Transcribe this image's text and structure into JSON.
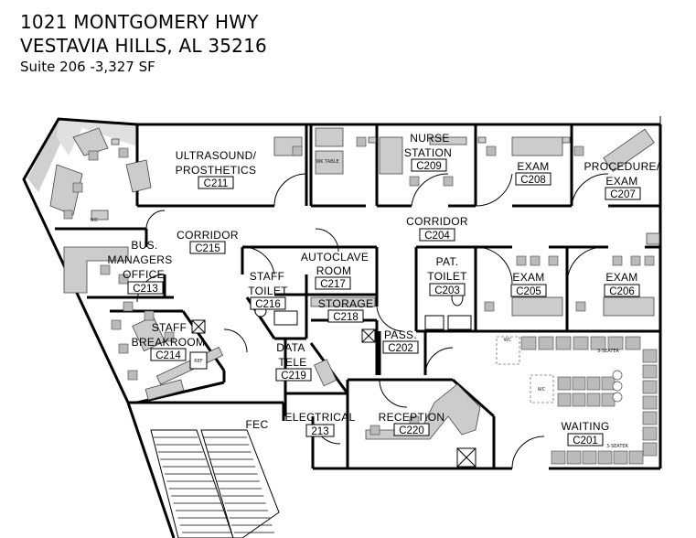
{
  "header": {
    "address_line1": "1021 MONTGOMERY HWY",
    "address_line2": "VESTAVIA HILLS, AL 35216",
    "suite": "Suite 206 -3,327 SF"
  },
  "rooms": {
    "ultrasound": {
      "name1": "ULTRASOUND/",
      "name2": "PROSTHETICS",
      "code": "C211"
    },
    "nurse": {
      "name1": "NURSE",
      "name2": "STATION",
      "code": "C209"
    },
    "exam208": {
      "name": "EXAM",
      "code": "C208"
    },
    "procedure": {
      "name1": "PROCEDURE/",
      "name2": "EXAM",
      "code": "C207"
    },
    "corridor215": {
      "name": "CORRIDOR",
      "code": "C215"
    },
    "corridor204": {
      "name": "CORRIDOR",
      "code": "C204"
    },
    "bus": {
      "name1": "BUS.",
      "name2": "MANAGERS",
      "name3": "OFFICE",
      "code": "C213"
    },
    "autoclave": {
      "name1": "AUTOCLAVE",
      "name2": "ROOM",
      "code": "C217"
    },
    "pat_toilet": {
      "name1": "PAT.",
      "name2": "TOILET",
      "code": "C203"
    },
    "exam205": {
      "name": "EXAM",
      "code": "C205"
    },
    "exam206": {
      "name": "EXAM",
      "code": "C206"
    },
    "staff_toilet": {
      "name1": "STAFF",
      "name2": "TOILET",
      "code": "C216"
    },
    "storage": {
      "name": "STORAGE",
      "code": "C218"
    },
    "breakroom": {
      "name1": "STAFF",
      "name2": "BREAKROOM",
      "code": "C214"
    },
    "pass": {
      "name": "PASS.",
      "code": "C202"
    },
    "data": {
      "name1": "DATA",
      "name2": "TELE",
      "code": "C219"
    },
    "electrical": {
      "name": "ELECTRICAL",
      "code": "213"
    },
    "reception": {
      "name": "RECEPTION",
      "code": "C220"
    },
    "waiting": {
      "name": "WAITING",
      "code": "C201"
    },
    "fec": {
      "name": "FEC"
    }
  },
  "fixtures": {
    "wc1": "WC",
    "wc2": "WC",
    "seater_top": "3-SEATER",
    "seater_bottom": "3-SEATER",
    "ref": "REF",
    "nic": "NIC",
    "wk_table": "WK TABLE"
  }
}
